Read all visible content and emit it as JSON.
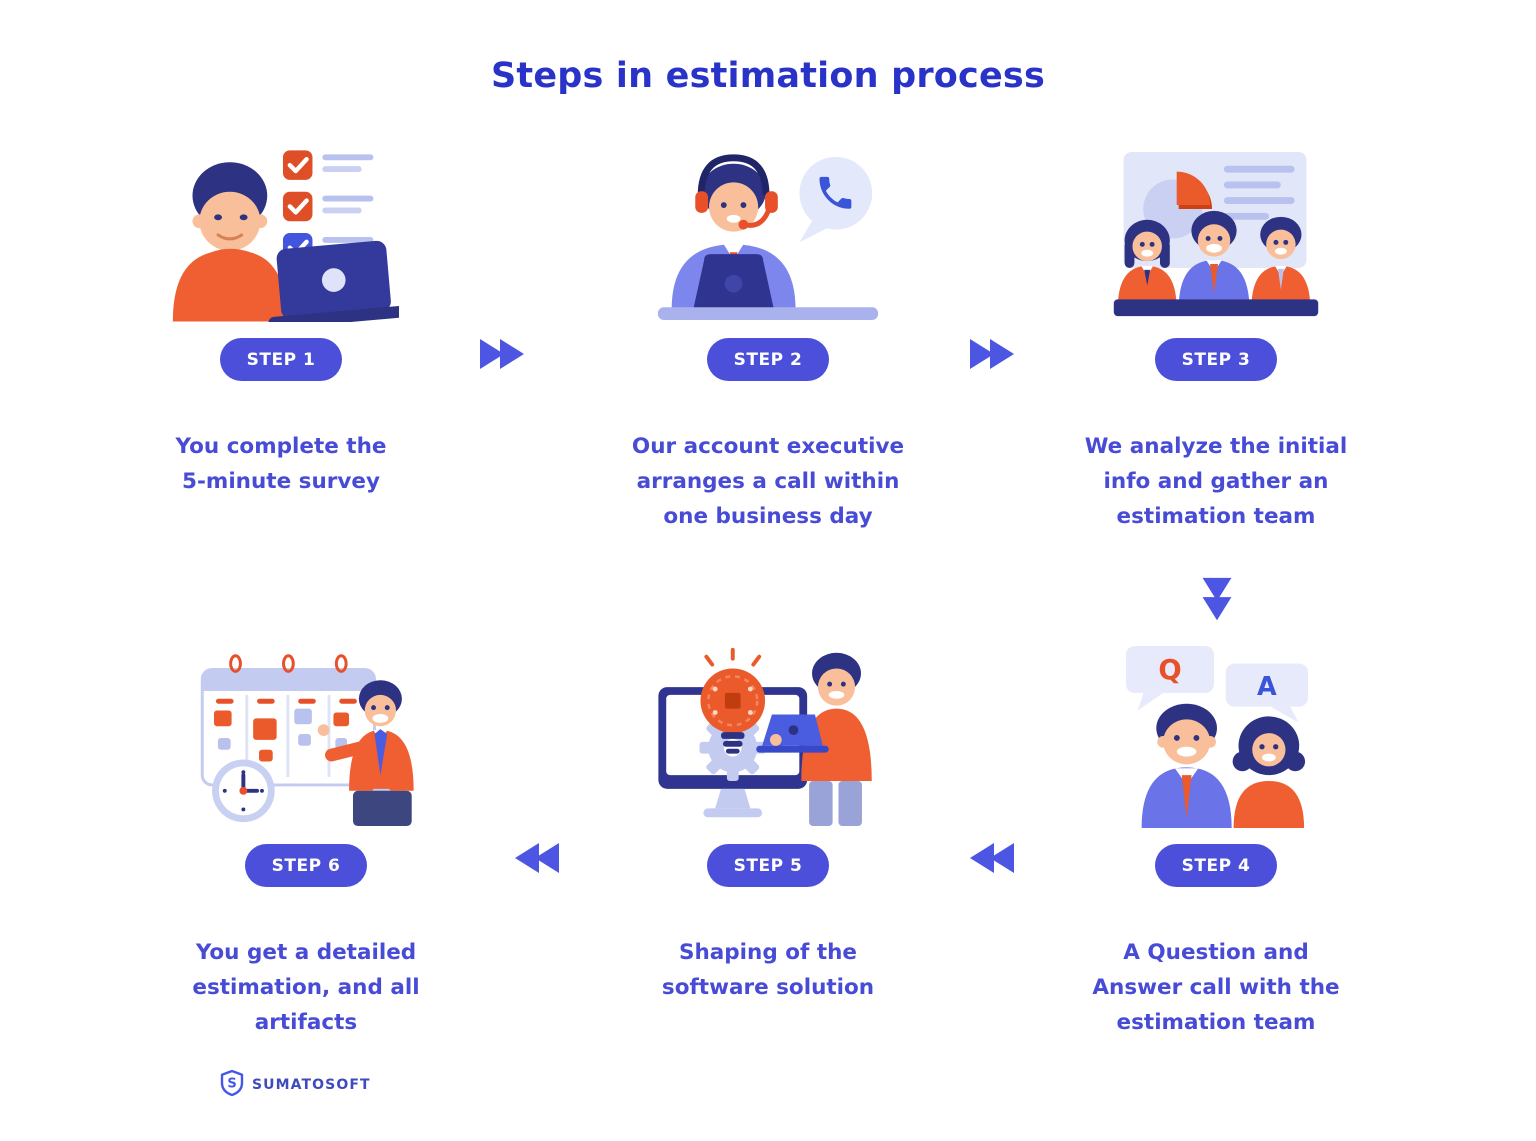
{
  "page": {
    "title": "Steps in estimation process"
  },
  "colors": {
    "background": "#ffffff",
    "title_text": "#2a33c8",
    "badge_bg": "#4b4fd9",
    "badge_text": "#ffffff",
    "description_text": "#474bd5",
    "arrow": "#4d55e3",
    "accent_orange": "#ea5a2b",
    "accent_navy": "#2d3282",
    "accent_lavender": "#c9d0f2"
  },
  "steps": [
    {
      "badge": "STEP 1",
      "description": "You complete the\n5-minute survey",
      "illustration": "man-filling-survey-checklist-on-laptop"
    },
    {
      "badge": "STEP 2",
      "description": "Our account executive\narranges a call within\none business day",
      "illustration": "account-executive-with-headset-and-phone-bubble"
    },
    {
      "badge": "STEP 3",
      "description": "We analyze the initial\ninfo and gather an\nestimation team",
      "illustration": "team-of-three-with-pie-chart-presentation"
    },
    {
      "badge": "STEP 4",
      "description": "A Question and\nAnswer call with the\nestimation team",
      "illustration": "two-people-with-question-answer-bubbles",
      "bubble_q": "Q",
      "bubble_a": "A"
    },
    {
      "badge": "STEP 5",
      "description": "Shaping of the\nsoftware solution",
      "illustration": "monitor-with-lightbulb-gear-and-developer"
    },
    {
      "badge": "STEP 6",
      "description": "You get a detailed\nestimation, and all\nartifacts",
      "illustration": "man-presenting-calendar-and-clock"
    }
  ],
  "arrows": [
    {
      "icon": "fast-forward-right-icon",
      "from": "step-1",
      "to": "step-2"
    },
    {
      "icon": "fast-forward-right-icon",
      "from": "step-2",
      "to": "step-3"
    },
    {
      "icon": "fast-forward-down-icon",
      "from": "step-3",
      "to": "step-4"
    },
    {
      "icon": "fast-forward-left-icon",
      "from": "step-4",
      "to": "step-5"
    },
    {
      "icon": "fast-forward-left-icon",
      "from": "step-5",
      "to": "step-6"
    }
  ],
  "logo": {
    "text": "SUMATOSOFT",
    "icon": "sumatosoft-shield-s-icon",
    "icon_letter": "S"
  }
}
